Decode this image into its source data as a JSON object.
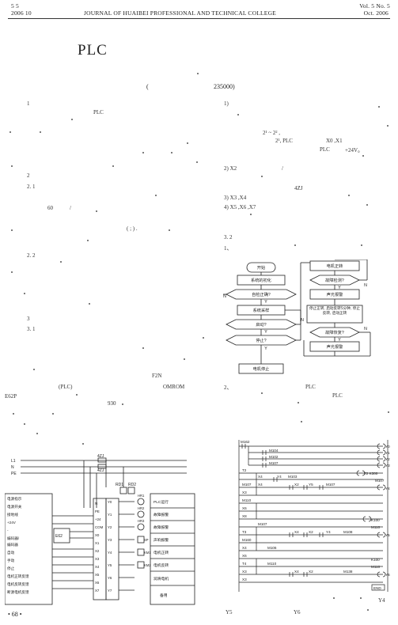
{
  "header": {
    "vol_line": "5          5",
    "vol_right": "Vol. 5  No. 5",
    "year_line": "2006     10",
    "journal": "JOURNAL OF HUAIBEI PROFESSIONAL AND TECHNICAL COLLEGE",
    "date_right": "Oct. 2006"
  },
  "title": "PLC",
  "affiliation": {
    "paren": "(",
    "code": "235000)"
  },
  "left_text": [
    "1",
    "PLC",
    "2",
    "2. 1",
    "60",
    "/",
    "(   ;   ) .",
    "2. 2",
    "3",
    "3. 1",
    "F2N",
    "(PLC)",
    "OMROM",
    "E62P",
    "930"
  ],
  "right_text": [
    "1)",
    "2¹ ~ 2² ,",
    "2¹, PLC",
    "X0 ,X1",
    "PLC",
    "+24V。",
    "2) X2",
    "/",
    "4ZJ",
    "3) X3 ,X4",
    "4) X5 ,X6 ,X7",
    "3. 2",
    "1、",
    "2、",
    "PLC",
    "PLC",
    "Y4",
    "Y5",
    "Y6"
  ],
  "page_number": "• 68 •",
  "flowchart": {
    "start": "开始",
    "init": "系统的初化",
    "self_check": "自检正确?",
    "sys_collect": "系统采样",
    "run": "启动?",
    "stop_q": "停止?",
    "motor_stop": "电机停止",
    "motor_fwd": "电机正转",
    "fault_q": "故障检测?",
    "alarm": "声光报警",
    "stop_action": "停止正转, 启动反转5分钟, 停止反转, 启动正转",
    "recovered_q": "故障恢复?",
    "alarm2": "声光报警",
    "N": "N",
    "Y": "Y"
  },
  "wiring": {
    "lines": [
      "L1",
      "N",
      "PE"
    ],
    "fuse": "4ZJ",
    "fuse2": "4ZJ",
    "left_labels": [
      "电源指示",
      "电源开关",
      "接地线",
      "+24V",
      "-",
      "编码器/",
      "编码器",
      "自动",
      "手动",
      "停止",
      "电机正转反馈",
      "电机反转反馈",
      "断源电机反馈"
    ],
    "plc_in": [
      "N",
      "PE",
      "+24",
      "COM",
      "X0",
      "X1",
      "X2",
      "X3",
      "X4",
      "X5",
      "X6",
      "X7"
    ],
    "plc_out": [
      "Y0",
      "Y1",
      "Y2",
      "Y3",
      "Y4",
      "Y5",
      "Y6",
      "Y7"
    ],
    "relay": [
      "RD1",
      "RD2"
    ],
    "lamps": [
      "HR1",
      "HR2",
      "HR3",
      "SP",
      "KM1",
      "KM2"
    ],
    "right_labels": [
      "PLC运行",
      "故障报警",
      "故障报警",
      "声响报警",
      "电机正转",
      "电机反转",
      "润滑电机",
      "备用"
    ],
    "encoder_box": "E62"
  },
  "ladder": {
    "contacts": [
      "M162",
      "M104",
      "M102",
      "M107",
      "T2",
      "X4",
      "Y4",
      "M103",
      "M107",
      "X3",
      "X4",
      "X2",
      "Y5",
      "M107",
      "M110",
      "X6",
      "X8",
      "M107",
      "T3",
      "M160",
      "X4",
      "X2",
      "Y4",
      "M108",
      "X4",
      "X6",
      "M106",
      "T4",
      "M110",
      "X3",
      "X4",
      "X2",
      "M138",
      "X3"
    ],
    "coils": [
      "Y0",
      "Y1",
      "Y2",
      "Y3",
      "T2 K300",
      "M107",
      "Y4",
      "K100",
      "M110",
      "Y5",
      "K100",
      "M110",
      "Y6",
      "END"
    ]
  }
}
